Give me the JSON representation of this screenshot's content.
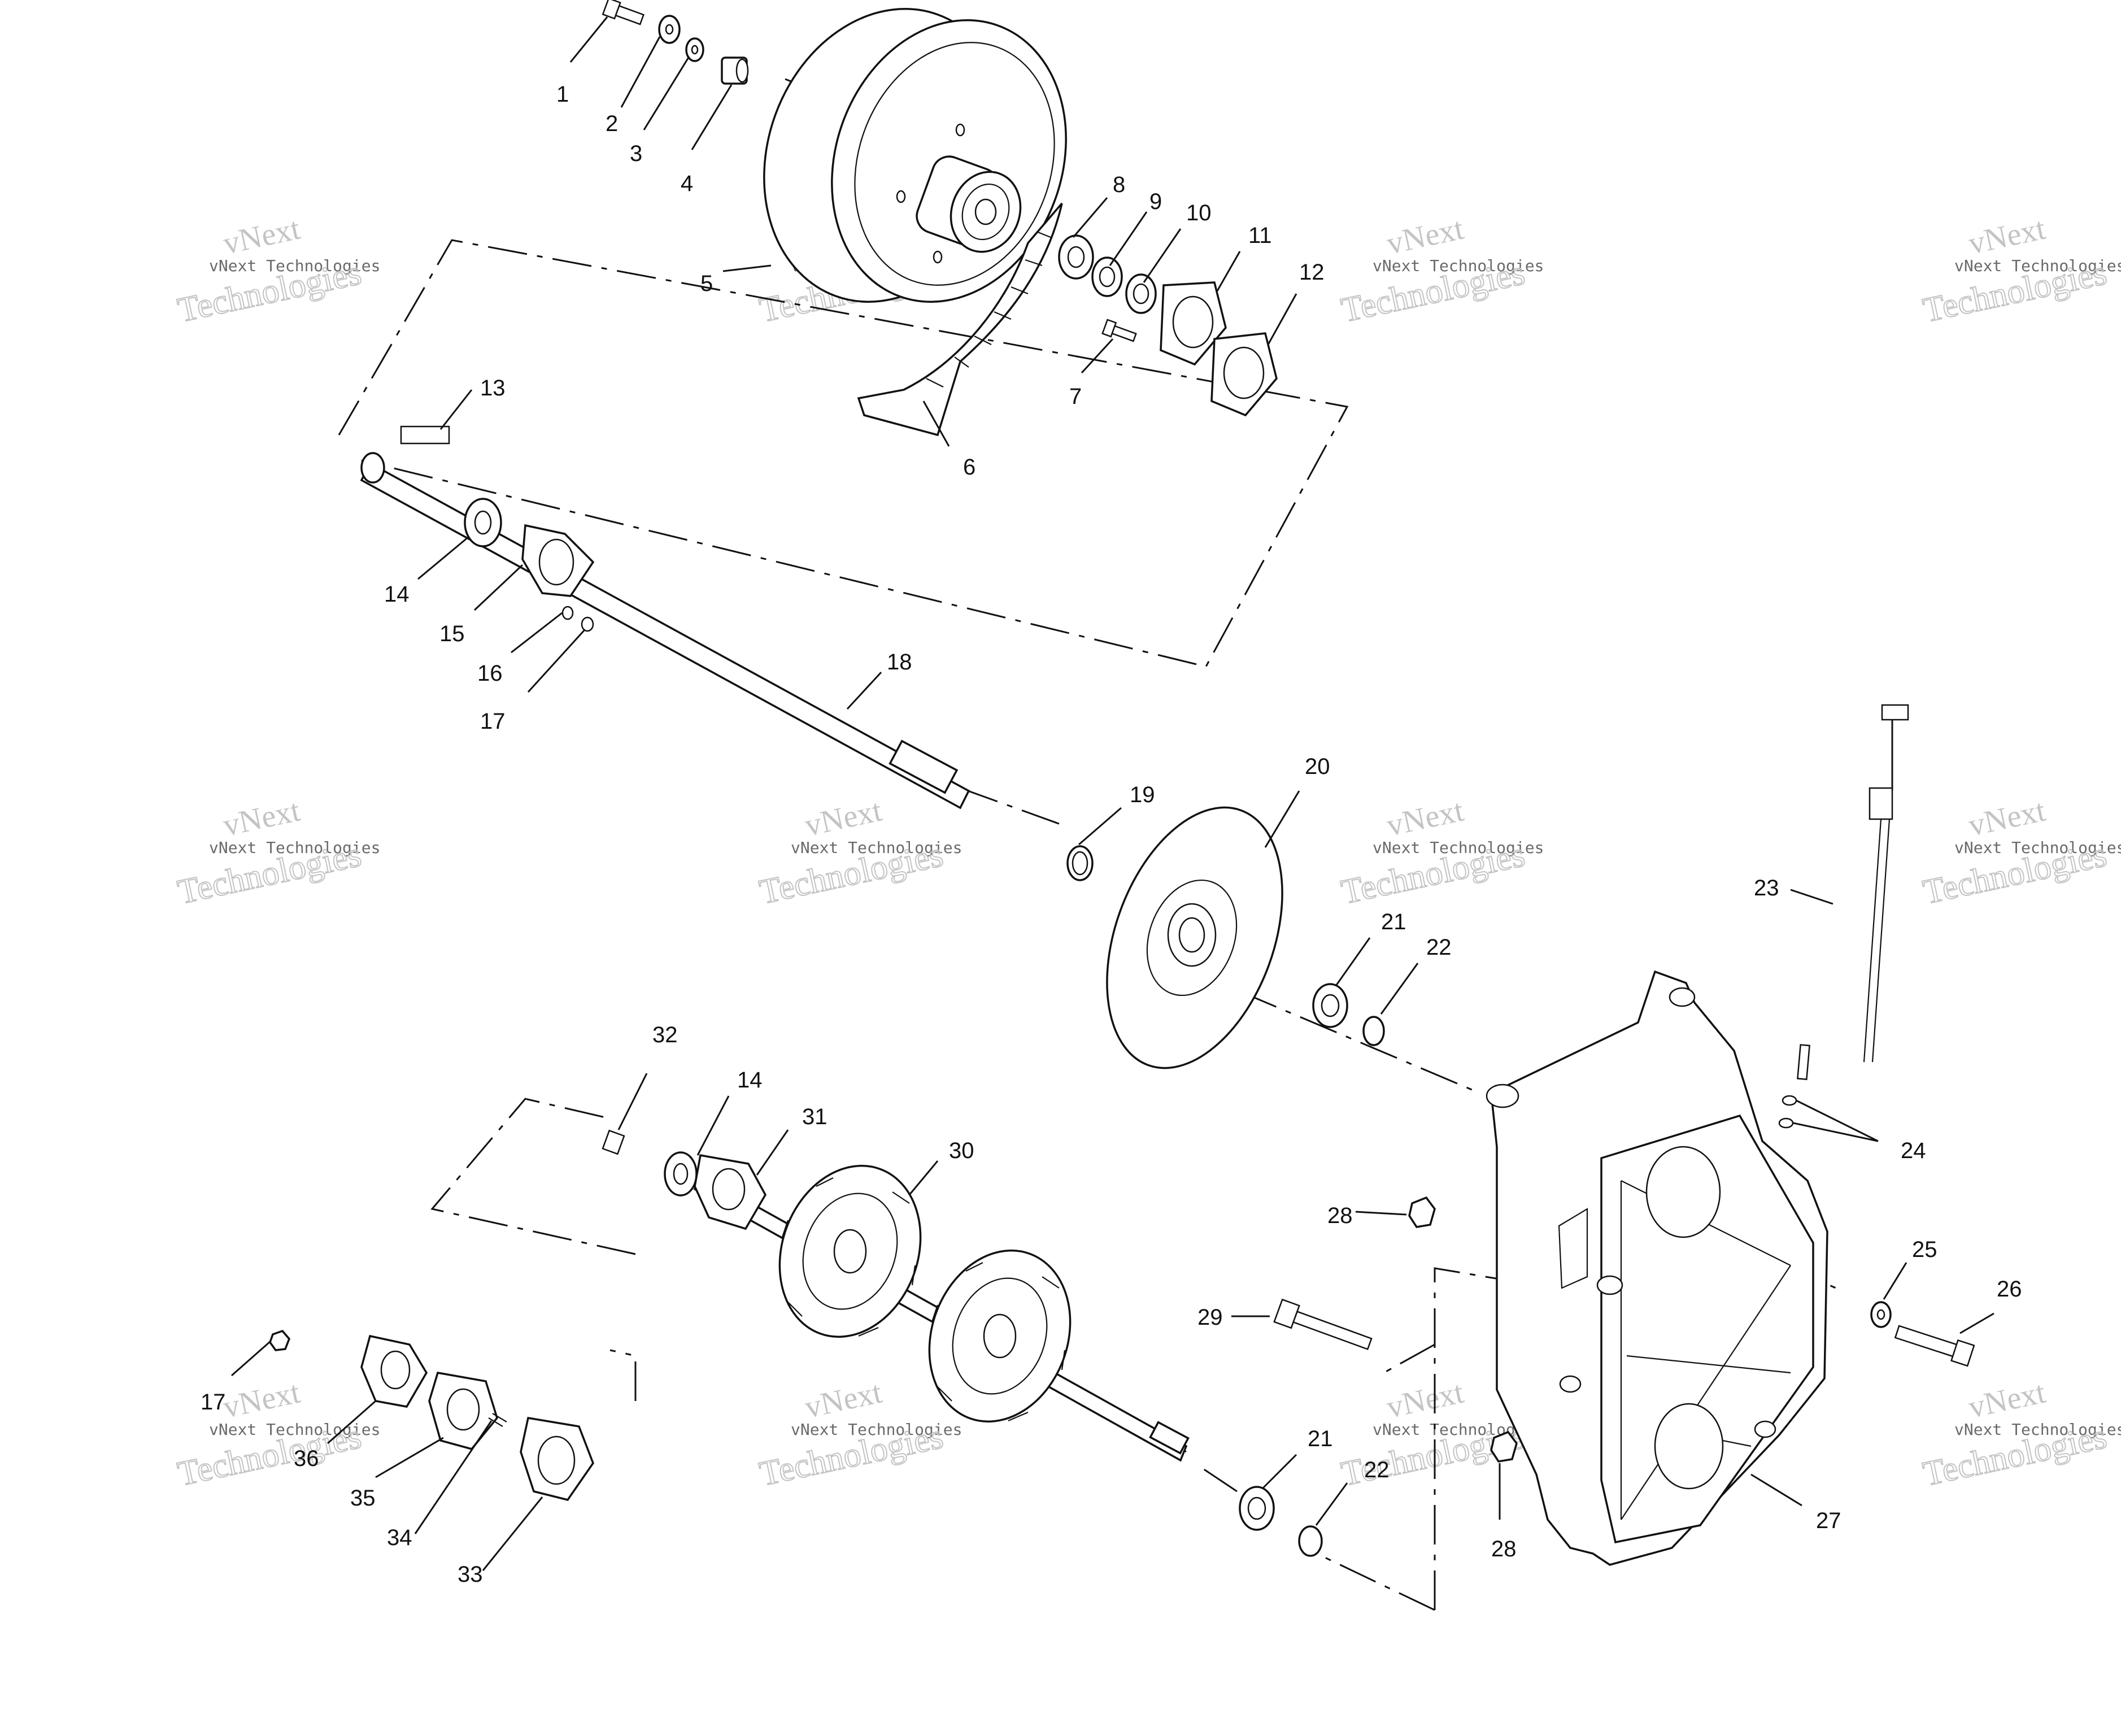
{
  "diagram": {
    "callouts": [
      {
        "id": "c1",
        "text": "1"
      },
      {
        "id": "c2",
        "text": "2"
      },
      {
        "id": "c3",
        "text": "3"
      },
      {
        "id": "c4",
        "text": "4"
      },
      {
        "id": "c5",
        "text": "5"
      },
      {
        "id": "c6",
        "text": "6"
      },
      {
        "id": "c7",
        "text": "7"
      },
      {
        "id": "c8",
        "text": "8"
      },
      {
        "id": "c9",
        "text": "9"
      },
      {
        "id": "c10",
        "text": "10"
      },
      {
        "id": "c11",
        "text": "11"
      },
      {
        "id": "c12",
        "text": "12"
      },
      {
        "id": "c13",
        "text": "13"
      },
      {
        "id": "c14a",
        "text": "14"
      },
      {
        "id": "c15",
        "text": "15"
      },
      {
        "id": "c16",
        "text": "16"
      },
      {
        "id": "c17a",
        "text": "17"
      },
      {
        "id": "c18",
        "text": "18"
      },
      {
        "id": "c19",
        "text": "19"
      },
      {
        "id": "c20",
        "text": "20"
      },
      {
        "id": "c21a",
        "text": "21"
      },
      {
        "id": "c22a",
        "text": "22"
      },
      {
        "id": "c23",
        "text": "23"
      },
      {
        "id": "c24",
        "text": "24"
      },
      {
        "id": "c25",
        "text": "25"
      },
      {
        "id": "c26",
        "text": "26"
      },
      {
        "id": "c27",
        "text": "27"
      },
      {
        "id": "c28a",
        "text": "28"
      },
      {
        "id": "c28b",
        "text": "28"
      },
      {
        "id": "c29",
        "text": "29"
      },
      {
        "id": "c30",
        "text": "30"
      },
      {
        "id": "c31",
        "text": "31"
      },
      {
        "id": "c32",
        "text": "32"
      },
      {
        "id": "c14b",
        "text": "14"
      },
      {
        "id": "c17b",
        "text": "17"
      },
      {
        "id": "c33",
        "text": "33"
      },
      {
        "id": "c34",
        "text": "34"
      },
      {
        "id": "c35",
        "text": "35"
      },
      {
        "id": "c36",
        "text": "36"
      },
      {
        "id": "c21b",
        "text": "21"
      },
      {
        "id": "c22b",
        "text": "22"
      }
    ]
  },
  "watermark": {
    "line1": "vNext",
    "line2": "vNext Technologies",
    "line3": "Technologies"
  }
}
